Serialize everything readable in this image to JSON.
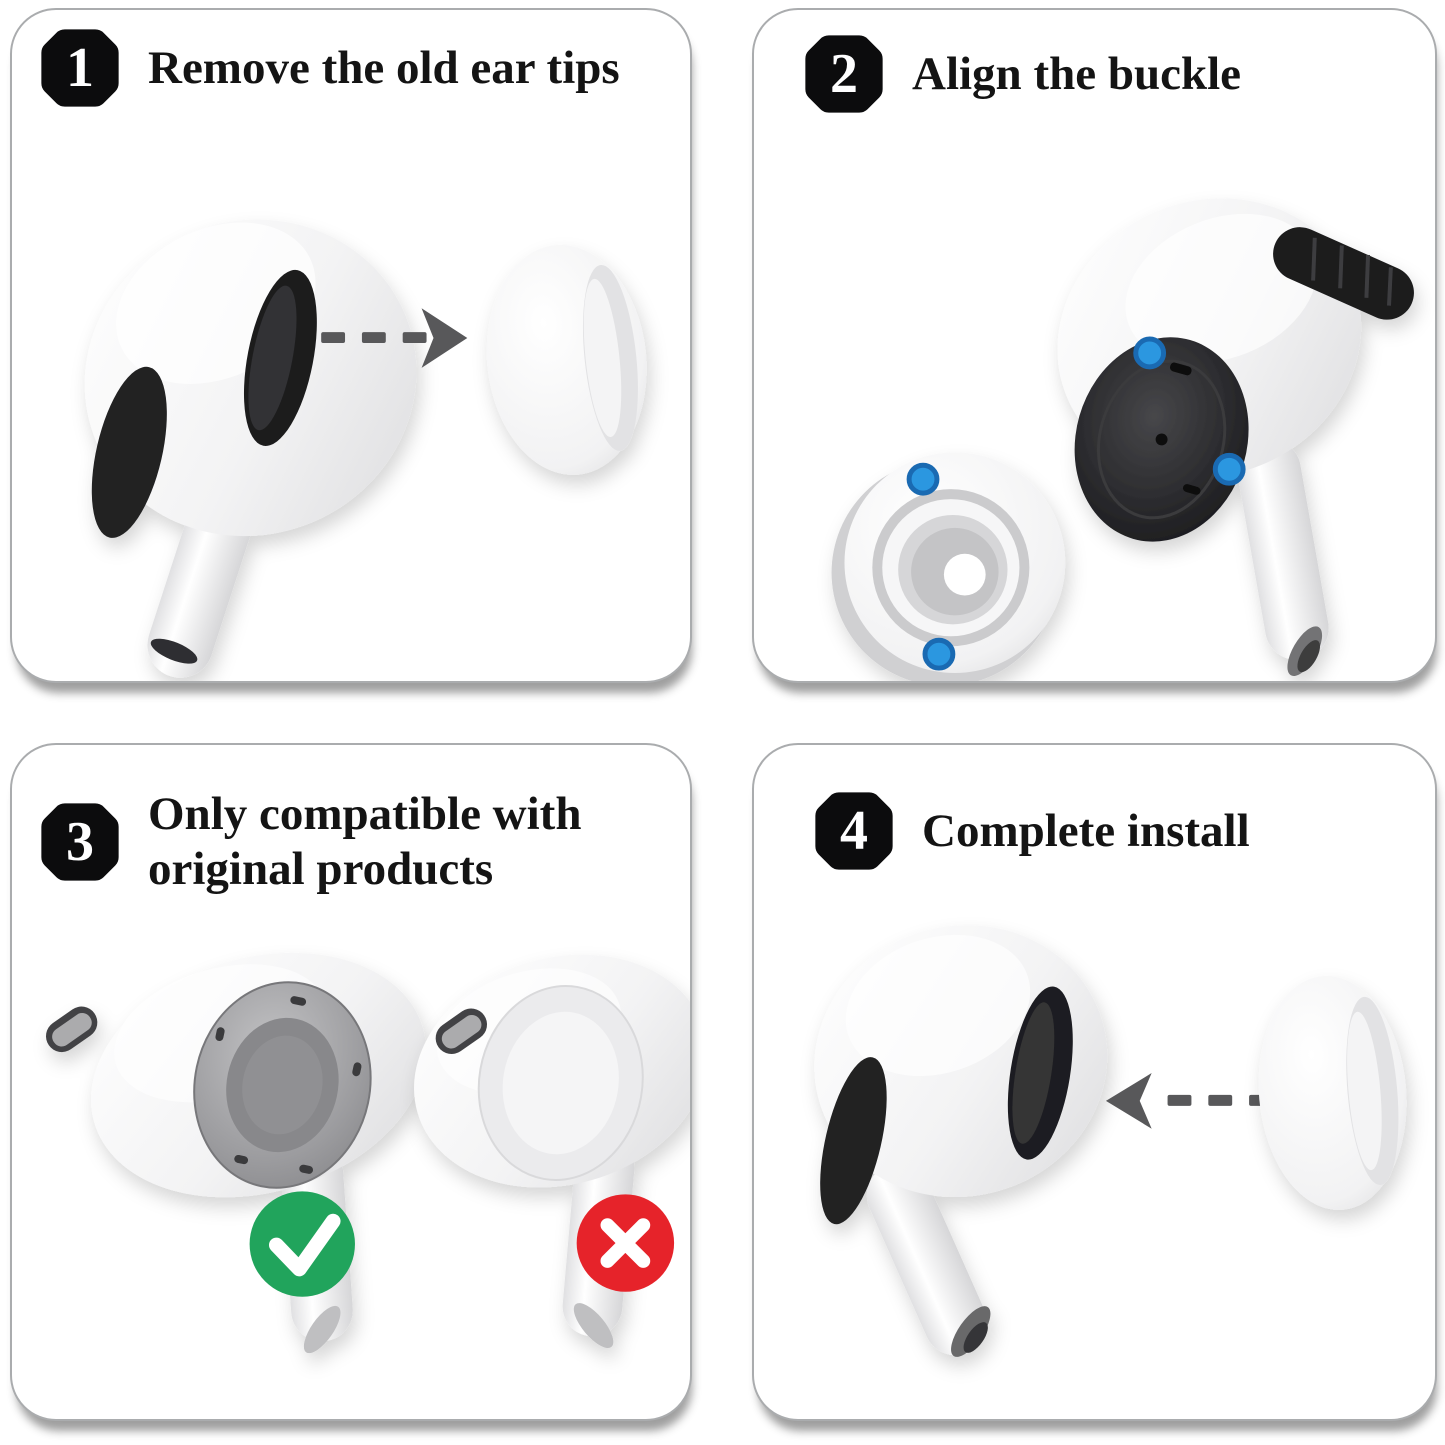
{
  "colors": {
    "badge_black": "#0c0c0d",
    "badge_numeral": "#ffffff",
    "title_text": "#141414",
    "panel_border": "#aaacae",
    "arrow_gray": "#58585a",
    "align_dot_blue": "#2b97e0",
    "align_dot_ring": "#1a6ab2",
    "check_green": "#21a45c",
    "cross_red": "#e6232a",
    "earbud_white": "#f7f7f8",
    "earbud_dark": "#212123",
    "speaker_gray": "#8a8a8d"
  },
  "panels": [
    {
      "step": "1",
      "title": "Remove the old ear tips",
      "arrow_icon": "dashed-arrow-right-icon",
      "arrow_direction": "right",
      "dash_count": 3
    },
    {
      "step": "2",
      "title": "Align the buckle",
      "alignment_dot_icon": "alignment-dot-icon",
      "alignment_dots": 4
    },
    {
      "step": "3",
      "title": "Only compatible with\noriginal products",
      "correct_icon": "check-circle-icon",
      "wrong_icon": "cross-circle-icon"
    },
    {
      "step": "4",
      "title": "Complete install",
      "arrow_icon": "dashed-arrow-left-icon",
      "arrow_direction": "left",
      "dash_count": 3
    }
  ]
}
